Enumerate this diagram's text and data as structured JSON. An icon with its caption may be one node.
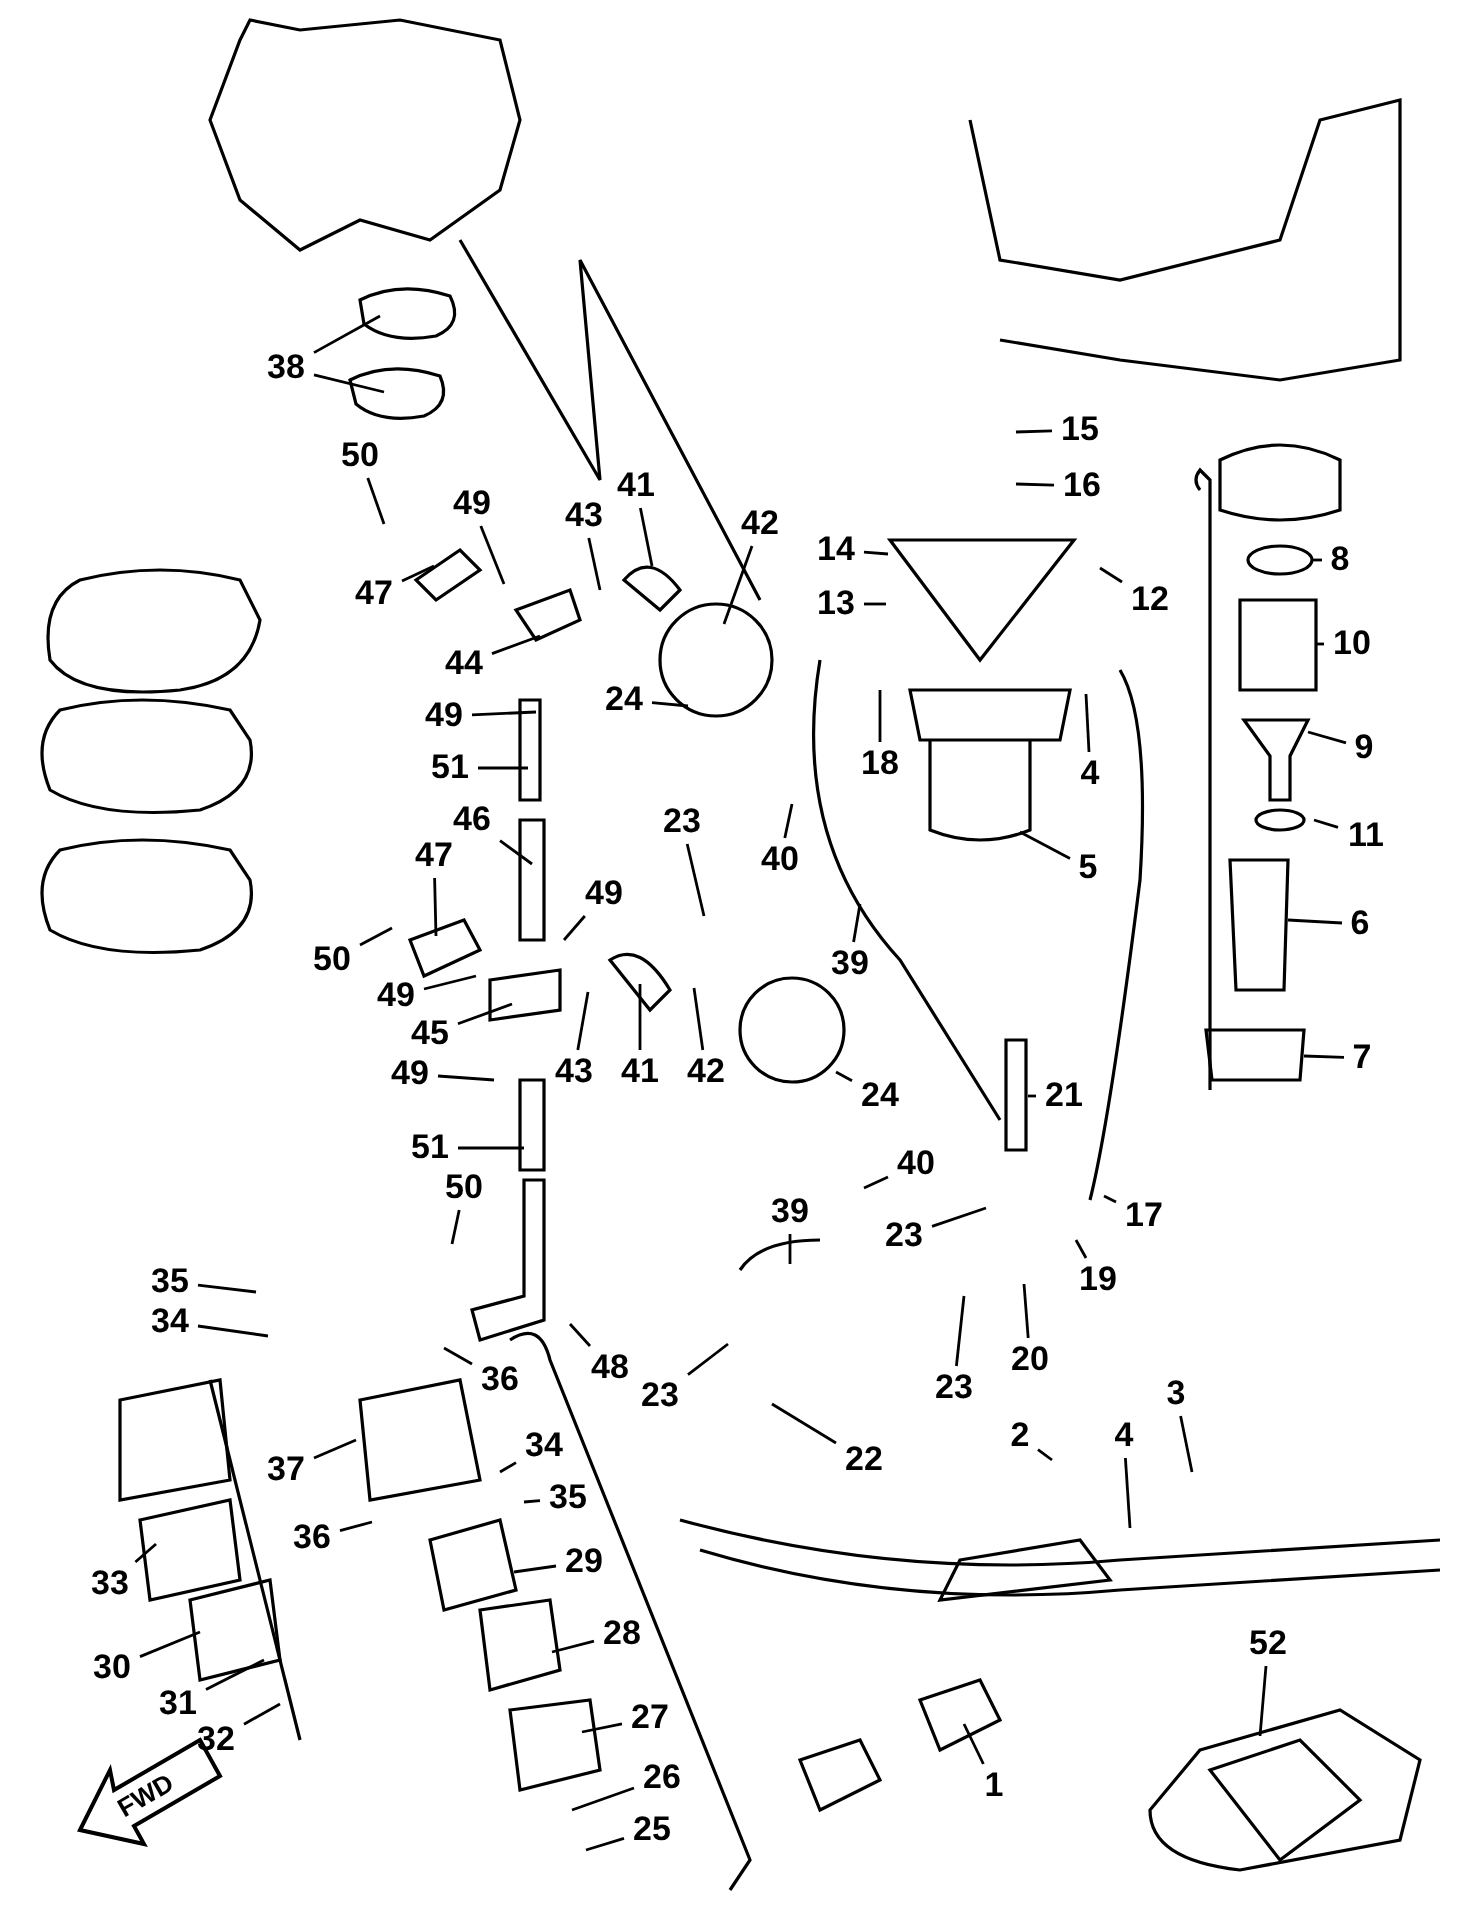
{
  "diagram": {
    "nodes": [
      {
        "text": [
          "38"
        ]
      },
      {
        "text": [
          "15"
        ]
      },
      {
        "text": [
          "50"
        ]
      },
      {
        "text": [
          "16"
        ]
      },
      {
        "text": [
          "41"
        ]
      },
      {
        "text": [
          "49"
        ]
      },
      {
        "text": [
          "43"
        ]
      },
      {
        "text": [
          "42"
        ]
      },
      {
        "text": [
          "14"
        ]
      },
      {
        "text": [
          "8"
        ]
      },
      {
        "text": [
          "12"
        ]
      },
      {
        "text": [
          "47"
        ]
      },
      {
        "text": [
          "13"
        ]
      },
      {
        "text": [
          "10"
        ]
      },
      {
        "text": [
          "44"
        ]
      },
      {
        "text": [
          "24"
        ]
      },
      {
        "text": [
          "49"
        ]
      },
      {
        "text": [
          "9"
        ]
      },
      {
        "text": [
          "18"
        ]
      },
      {
        "text": [
          "4"
        ]
      },
      {
        "text": [
          "51"
        ]
      },
      {
        "text": [
          "11"
        ]
      },
      {
        "text": [
          "46"
        ]
      },
      {
        "text": [
          "23"
        ]
      },
      {
        "text": [
          "40"
        ]
      },
      {
        "text": [
          "5"
        ]
      },
      {
        "text": [
          "47"
        ]
      },
      {
        "text": [
          "49"
        ]
      },
      {
        "text": [
          "6"
        ]
      },
      {
        "text": [
          "39"
        ]
      },
      {
        "text": [
          "50"
        ]
      },
      {
        "text": [
          "49"
        ]
      },
      {
        "text": [
          "45"
        ]
      },
      {
        "text": [
          "43"
        ]
      },
      {
        "text": [
          "41"
        ]
      },
      {
        "text": [
          "42"
        ]
      },
      {
        "text": [
          "7"
        ]
      },
      {
        "text": [
          "49"
        ]
      },
      {
        "text": [
          "24"
        ]
      },
      {
        "text": [
          "21"
        ]
      },
      {
        "text": [
          "51"
        ]
      },
      {
        "text": [
          "40"
        ]
      },
      {
        "text": [
          "39"
        ]
      },
      {
        "text": [
          "50"
        ]
      },
      {
        "text": [
          "17"
        ]
      },
      {
        "text": [
          "23"
        ]
      },
      {
        "text": [
          "19"
        ]
      },
      {
        "text": [
          "35"
        ]
      },
      {
        "text": [
          "34"
        ]
      },
      {
        "text": [
          "20"
        ]
      },
      {
        "text": [
          "48"
        ]
      },
      {
        "text": [
          "36"
        ]
      },
      {
        "text": [
          "23"
        ]
      },
      {
        "text": [
          "23"
        ]
      },
      {
        "text": [
          "3"
        ]
      },
      {
        "text": [
          "2"
        ]
      },
      {
        "text": [
          "22"
        ]
      },
      {
        "text": [
          "34"
        ]
      },
      {
        "text": [
          "37"
        ]
      },
      {
        "text": [
          "4"
        ]
      },
      {
        "text": [
          "35"
        ]
      },
      {
        "text": [
          "36"
        ]
      },
      {
        "text": [
          "29"
        ]
      },
      {
        "text": [
          "33"
        ]
      },
      {
        "text": [
          "28"
        ]
      },
      {
        "text": [
          "52"
        ]
      },
      {
        "text": [
          "30"
        ]
      },
      {
        "text": [
          "31"
        ]
      },
      {
        "text": [
          "27"
        ]
      },
      {
        "text": [
          "32"
        ]
      },
      {
        "text": [
          "26"
        ]
      },
      {
        "text": [
          "1"
        ]
      },
      {
        "text": [
          "25"
        ]
      }
    ],
    "edges": [
      {
        "from": 0,
        "to": null,
        "arrow": "none"
      },
      {
        "from": 0,
        "to": null,
        "arrow": "none"
      },
      {
        "from": 1,
        "to": null,
        "arrow": "none"
      },
      {
        "from": 2,
        "to": null,
        "arrow": "none"
      },
      {
        "from": 3,
        "to": null,
        "arrow": "none"
      },
      {
        "from": 4,
        "to": null,
        "arrow": "none"
      },
      {
        "from": 5,
        "to": null,
        "arrow": "none"
      },
      {
        "from": 6,
        "to": null,
        "arrow": "none"
      },
      {
        "from": 7,
        "to": null,
        "arrow": "none"
      },
      {
        "from": 8,
        "to": null,
        "arrow": "none"
      },
      {
        "from": 9,
        "to": null,
        "arrow": "none"
      },
      {
        "from": 10,
        "to": null,
        "arrow": "none"
      },
      {
        "from": 11,
        "to": null,
        "arrow": "none"
      },
      {
        "from": 12,
        "to": null,
        "arrow": "none"
      },
      {
        "from": 13,
        "to": null,
        "arrow": "none"
      },
      {
        "from": 14,
        "to": null,
        "arrow": "none"
      },
      {
        "from": 15,
        "to": null,
        "arrow": "none"
      },
      {
        "from": 16,
        "to": null,
        "arrow": "none"
      },
      {
        "from": 17,
        "to": null,
        "arrow": "none"
      },
      {
        "from": 18,
        "to": null,
        "arrow": "none"
      },
      {
        "from": 19,
        "to": null,
        "arrow": "none"
      },
      {
        "from": 20,
        "to": null,
        "arrow": "none"
      },
      {
        "from": 21,
        "to": null,
        "arrow": "none"
      },
      {
        "from": 22,
        "to": null,
        "arrow": "none"
      },
      {
        "from": 23,
        "to": null,
        "arrow": "none"
      },
      {
        "from": 24,
        "to": null,
        "arrow": "none"
      },
      {
        "from": 25,
        "to": null,
        "arrow": "none"
      },
      {
        "from": 26,
        "to": null,
        "arrow": "none"
      },
      {
        "from": 27,
        "to": null,
        "arrow": "none"
      },
      {
        "from": 28,
        "to": null,
        "arrow": "none"
      },
      {
        "from": 29,
        "to": null,
        "arrow": "none"
      },
      {
        "from": 30,
        "to": null,
        "arrow": "none"
      },
      {
        "from": 31,
        "to": null,
        "arrow": "none"
      },
      {
        "from": 32,
        "to": null,
        "arrow": "none"
      },
      {
        "from": 33,
        "to": null,
        "arrow": "none"
      },
      {
        "from": 34,
        "to": null,
        "arrow": "none"
      },
      {
        "from": 35,
        "to": null,
        "arrow": "none"
      },
      {
        "from": 36,
        "to": null,
        "arrow": "none"
      },
      {
        "from": 37,
        "to": null,
        "arrow": "none"
      },
      {
        "from": 38,
        "to": null,
        "arrow": "none"
      },
      {
        "from": 39,
        "to": null,
        "arrow": "none"
      },
      {
        "from": 40,
        "to": null,
        "arrow": "none"
      },
      {
        "from": 41,
        "to": null,
        "arrow": "none"
      },
      {
        "from": 42,
        "to": null,
        "arrow": "none"
      },
      {
        "from": 43,
        "to": null,
        "arrow": "none"
      },
      {
        "from": 44,
        "to": null,
        "arrow": "none"
      },
      {
        "from": 45,
        "to": null,
        "arrow": "none"
      },
      {
        "from": 46,
        "to": null,
        "arrow": "none"
      },
      {
        "from": 47,
        "to": null,
        "arrow": "none"
      },
      {
        "from": 48,
        "to": null,
        "arrow": "none"
      },
      {
        "from": 49,
        "to": null,
        "arrow": "none"
      },
      {
        "from": 50,
        "to": null,
        "arrow": "none"
      },
      {
        "from": 51,
        "to": null,
        "arrow": "none"
      },
      {
        "from": 52,
        "to": null,
        "arrow": "none"
      },
      {
        "from": 53,
        "to": null,
        "arrow": "none"
      },
      {
        "from": 54,
        "to": null,
        "arrow": "none"
      },
      {
        "from": 55,
        "to": null,
        "arrow": "none"
      },
      {
        "from": 56,
        "to": null,
        "arrow": "none"
      },
      {
        "from": 57,
        "to": null,
        "arrow": "none"
      },
      {
        "from": 58,
        "to": null,
        "arrow": "none"
      },
      {
        "from": 59,
        "to": null,
        "arrow": "none"
      },
      {
        "from": 60,
        "to": null,
        "arrow": "none"
      },
      {
        "from": 61,
        "to": null,
        "arrow": "none"
      },
      {
        "from": 62,
        "to": null,
        "arrow": "none"
      },
      {
        "from": 63,
        "to": null,
        "arrow": "none"
      },
      {
        "from": 64,
        "to": null,
        "arrow": "none"
      },
      {
        "from": 65,
        "to": null,
        "arrow": "none"
      },
      {
        "from": 66,
        "to": null,
        "arrow": "none"
      },
      {
        "from": 67,
        "to": null,
        "arrow": "none"
      },
      {
        "from": 68,
        "to": null,
        "arrow": "none"
      },
      {
        "from": 69,
        "to": null,
        "arrow": "none"
      },
      {
        "from": 70,
        "to": null,
        "arrow": "none"
      },
      {
        "from": 71,
        "to": null,
        "arrow": "none"
      },
      {
        "from": 72,
        "to": null,
        "arrow": "none"
      }
    ],
    "labels": [
      "FWD"
    ]
  }
}
